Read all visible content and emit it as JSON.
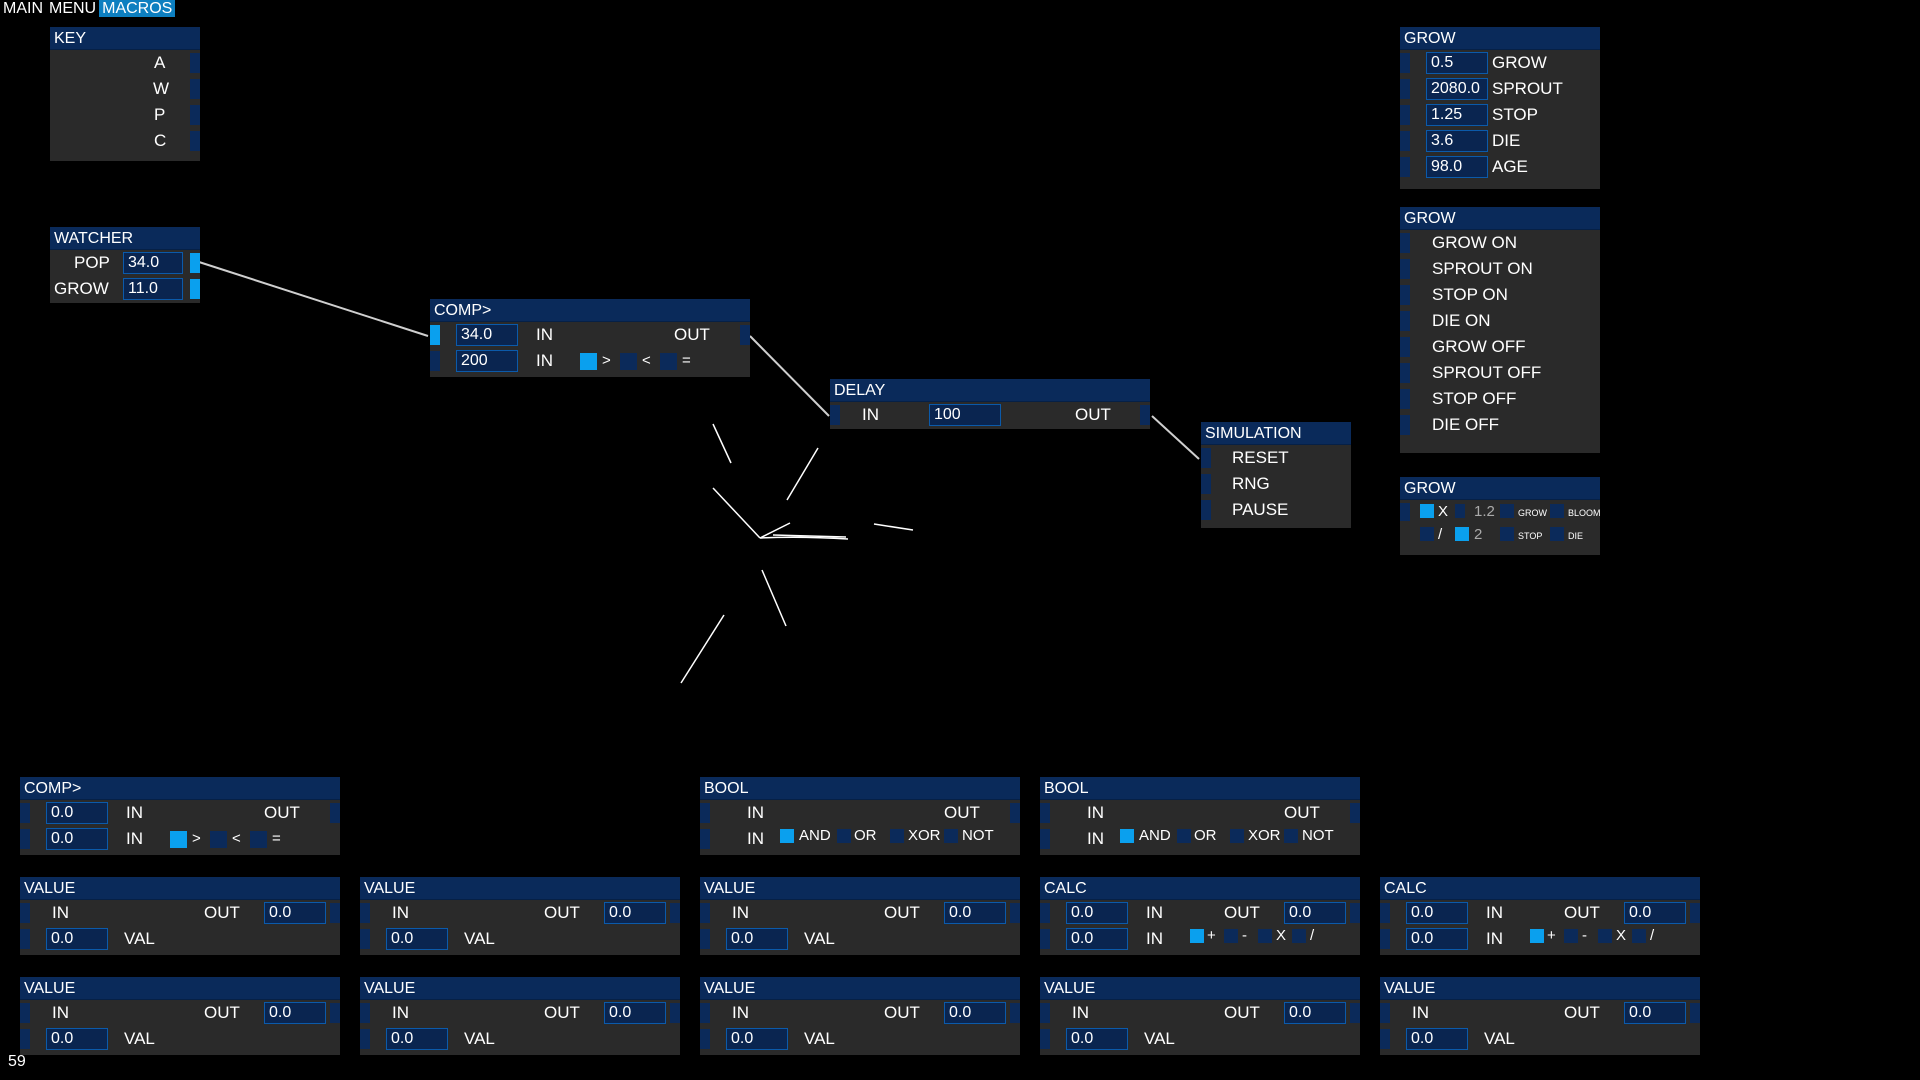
{
  "menu": {
    "main": "MAIN",
    "menu": "MENU",
    "macros": "MACROS"
  },
  "key": {
    "title": "KEY",
    "keys": [
      "A",
      "W",
      "P",
      "C"
    ]
  },
  "watcher": {
    "title": "WATCHER",
    "pop_label": "POP",
    "pop_value": "34.0",
    "grow_label": "GROW",
    "grow_value": "11.0"
  },
  "comp_top": {
    "title": "COMP>",
    "in1": "34.0",
    "in2": "200",
    "in_label": "IN",
    "out_label": "OUT",
    "gt": ">",
    "lt": "<",
    "eq": "="
  },
  "delay": {
    "title": "DELAY",
    "in_label": "IN",
    "value": "100",
    "out_label": "OUT"
  },
  "simulation": {
    "title": "SIMULATION",
    "reset": "RESET",
    "rng": "RNG",
    "pause": "PAUSE"
  },
  "grow1": {
    "title": "GROW",
    "rows": [
      {
        "value": "0.5",
        "label": "GROW"
      },
      {
        "value": "2080.0",
        "label": "SPROUT"
      },
      {
        "value": "1.25",
        "label": "STOP"
      },
      {
        "value": "3.6",
        "label": "DIE"
      },
      {
        "value": "98.0",
        "label": "AGE"
      }
    ]
  },
  "grow2": {
    "title": "GROW",
    "items": [
      "GROW ON",
      "SPROUT ON",
      "STOP ON",
      "DIE ON",
      "GROW OFF",
      "SPROUT OFF",
      "STOP OFF",
      "DIE OFF"
    ]
  },
  "grow3": {
    "title": "GROW",
    "x": "X",
    "div": "/",
    "v1": "1.2",
    "v2": "2",
    "grow": "GROW",
    "bloom": "BLOOM",
    "stop": "STOP",
    "die": "DIE"
  },
  "comp_bottom": {
    "title": "COMP>",
    "in1": "0.0",
    "in2": "0.0",
    "in_label": "IN",
    "out_label": "OUT",
    "gt": ">",
    "lt": "<",
    "eq": "="
  },
  "bool": {
    "title": "BOOL",
    "in_label": "IN",
    "out_label": "OUT",
    "and": "AND",
    "or": "OR",
    "xor": "XOR",
    "not": "NOT"
  },
  "value_node": {
    "title": "VALUE",
    "in_label": "IN",
    "out_label": "OUT",
    "out_value": "0.0",
    "val_value": "0.0",
    "val_label": "VAL"
  },
  "calc": {
    "title": "CALC",
    "in1": "0.0",
    "in2": "0.0",
    "in_label": "IN",
    "out_label": "OUT",
    "out_value": "0.0",
    "plus": "+",
    "minus": "-",
    "times": "X",
    "div": "/"
  },
  "fps": "59"
}
